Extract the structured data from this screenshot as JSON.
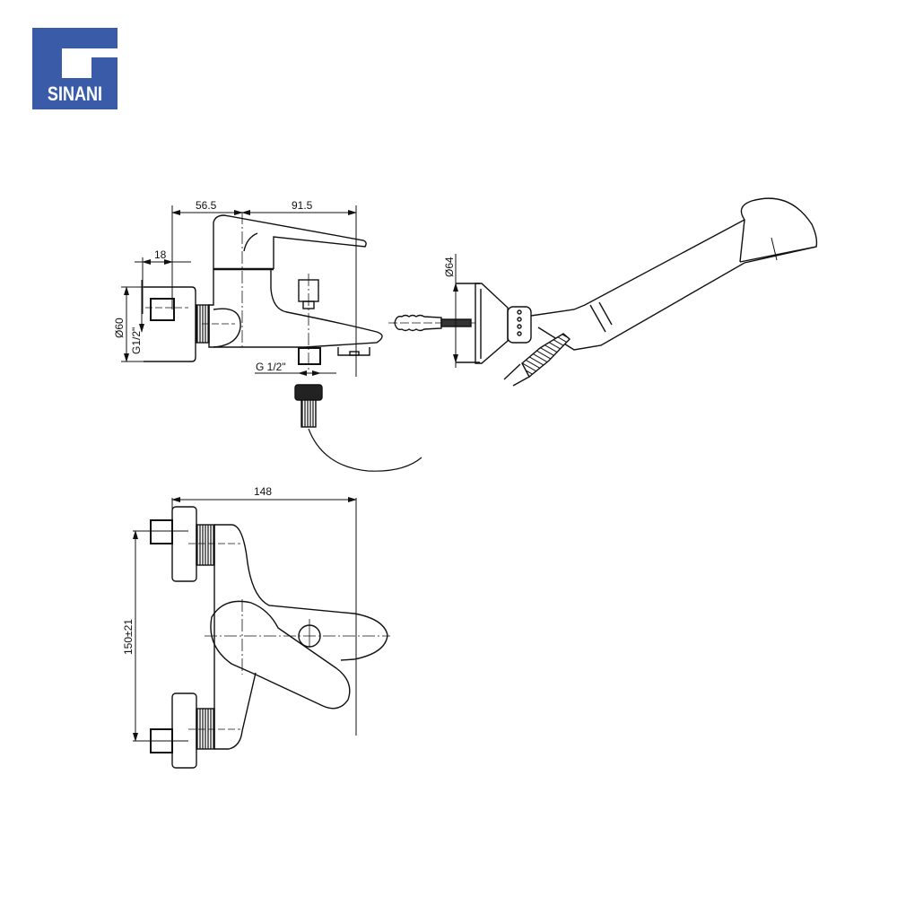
{
  "brand": {
    "name": "SINANI",
    "color": "#3a5ca8"
  },
  "side_view": {
    "dimensions": {
      "body_to_axis": "56.5",
      "axis_to_spout": "91.5",
      "connector_depth": "18",
      "flange_diameter": "Ø60",
      "inlet_thread": "G1/2\"",
      "outlet_thread": "G 1/2\""
    }
  },
  "hand_shower": {
    "dimensions": {
      "bracket_diameter": "Ø64"
    }
  },
  "front_view": {
    "dimensions": {
      "overall_width": "148",
      "inlet_spacing": "150±21"
    }
  }
}
